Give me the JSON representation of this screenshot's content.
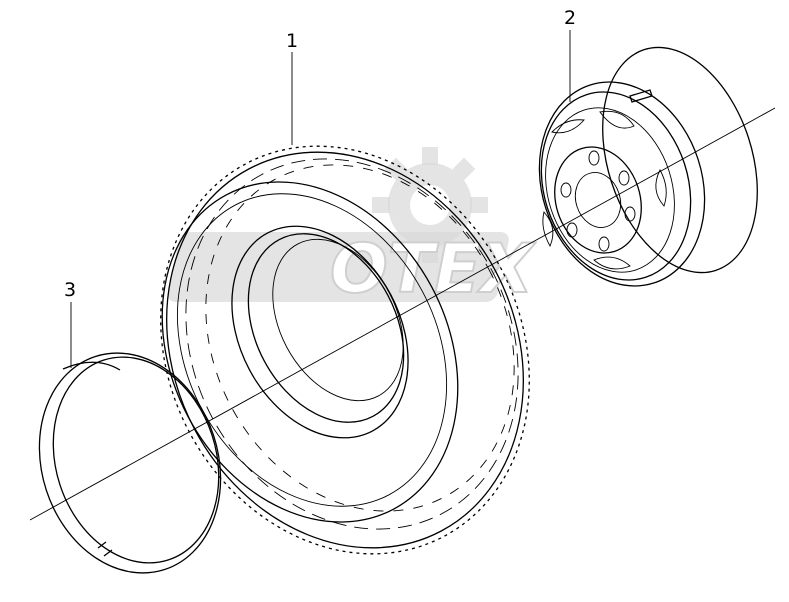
{
  "diagram": {
    "callouts": [
      {
        "number": "1",
        "part": "tire"
      },
      {
        "number": "2",
        "part": "wheel-rim"
      },
      {
        "number": "3",
        "part": "lock-ring"
      }
    ],
    "watermark_text": "OTEX",
    "colors": {
      "line": "#000000",
      "watermark": "#d9d9d9",
      "background": "#ffffff"
    }
  }
}
